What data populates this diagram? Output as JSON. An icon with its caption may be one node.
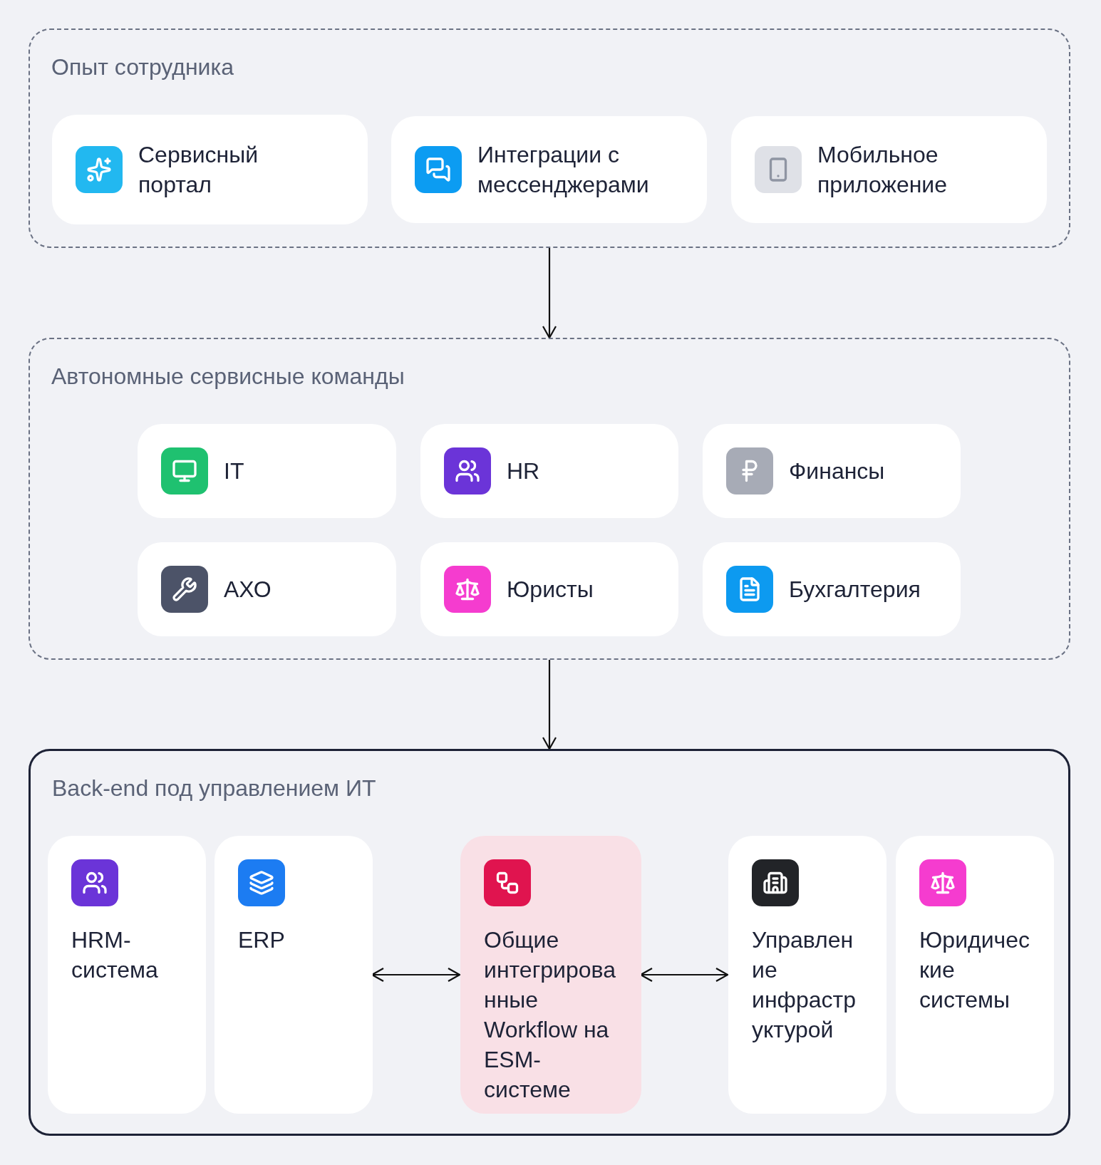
{
  "diagram": {
    "nodes": [
      {
        "text": [
          "Опыт сотрудника"
        ]
      },
      {
        "text": [
          "Сервисный портал"
        ],
        "in": 0
      },
      {
        "text": [
          "Интеграции с мессенджерами"
        ],
        "in": 0
      },
      {
        "text": [
          "Мобильное приложение"
        ],
        "in": 0
      },
      {
        "text": [
          "Автономные сервисные команды"
        ]
      },
      {
        "text": [
          "IT"
        ],
        "in": 4
      },
      {
        "text": [
          "HR"
        ],
        "in": 4
      },
      {
        "text": [
          "Финансы"
        ],
        "in": 4
      },
      {
        "text": [
          "АХО"
        ],
        "in": 4
      },
      {
        "text": [
          "Юристы"
        ],
        "in": 4
      },
      {
        "text": [
          "Бухгалтерия"
        ],
        "in": 4
      },
      {
        "text": [
          "Back-end под управлением ИТ"
        ]
      },
      {
        "text": [
          "HRM-система"
        ],
        "in": 11
      },
      {
        "text": [
          "ERP"
        ],
        "in": 11
      },
      {
        "text": [
          "Общие интегрированные Workflow на ESM-системе"
        ],
        "in": 11
      },
      {
        "text": [
          "Управление инфраструктурой"
        ],
        "in": 11
      },
      {
        "text": [
          "Юридические системы"
        ],
        "in": 11
      }
    ],
    "edges": [
      {
        "from": 0,
        "to": 4,
        "arrow": "to"
      },
      {
        "from": 4,
        "to": 11,
        "arrow": "to"
      },
      {
        "from": 13,
        "to": 14,
        "arrow": "both"
      },
      {
        "from": 14,
        "to": 15,
        "arrow": "both"
      }
    ]
  }
}
